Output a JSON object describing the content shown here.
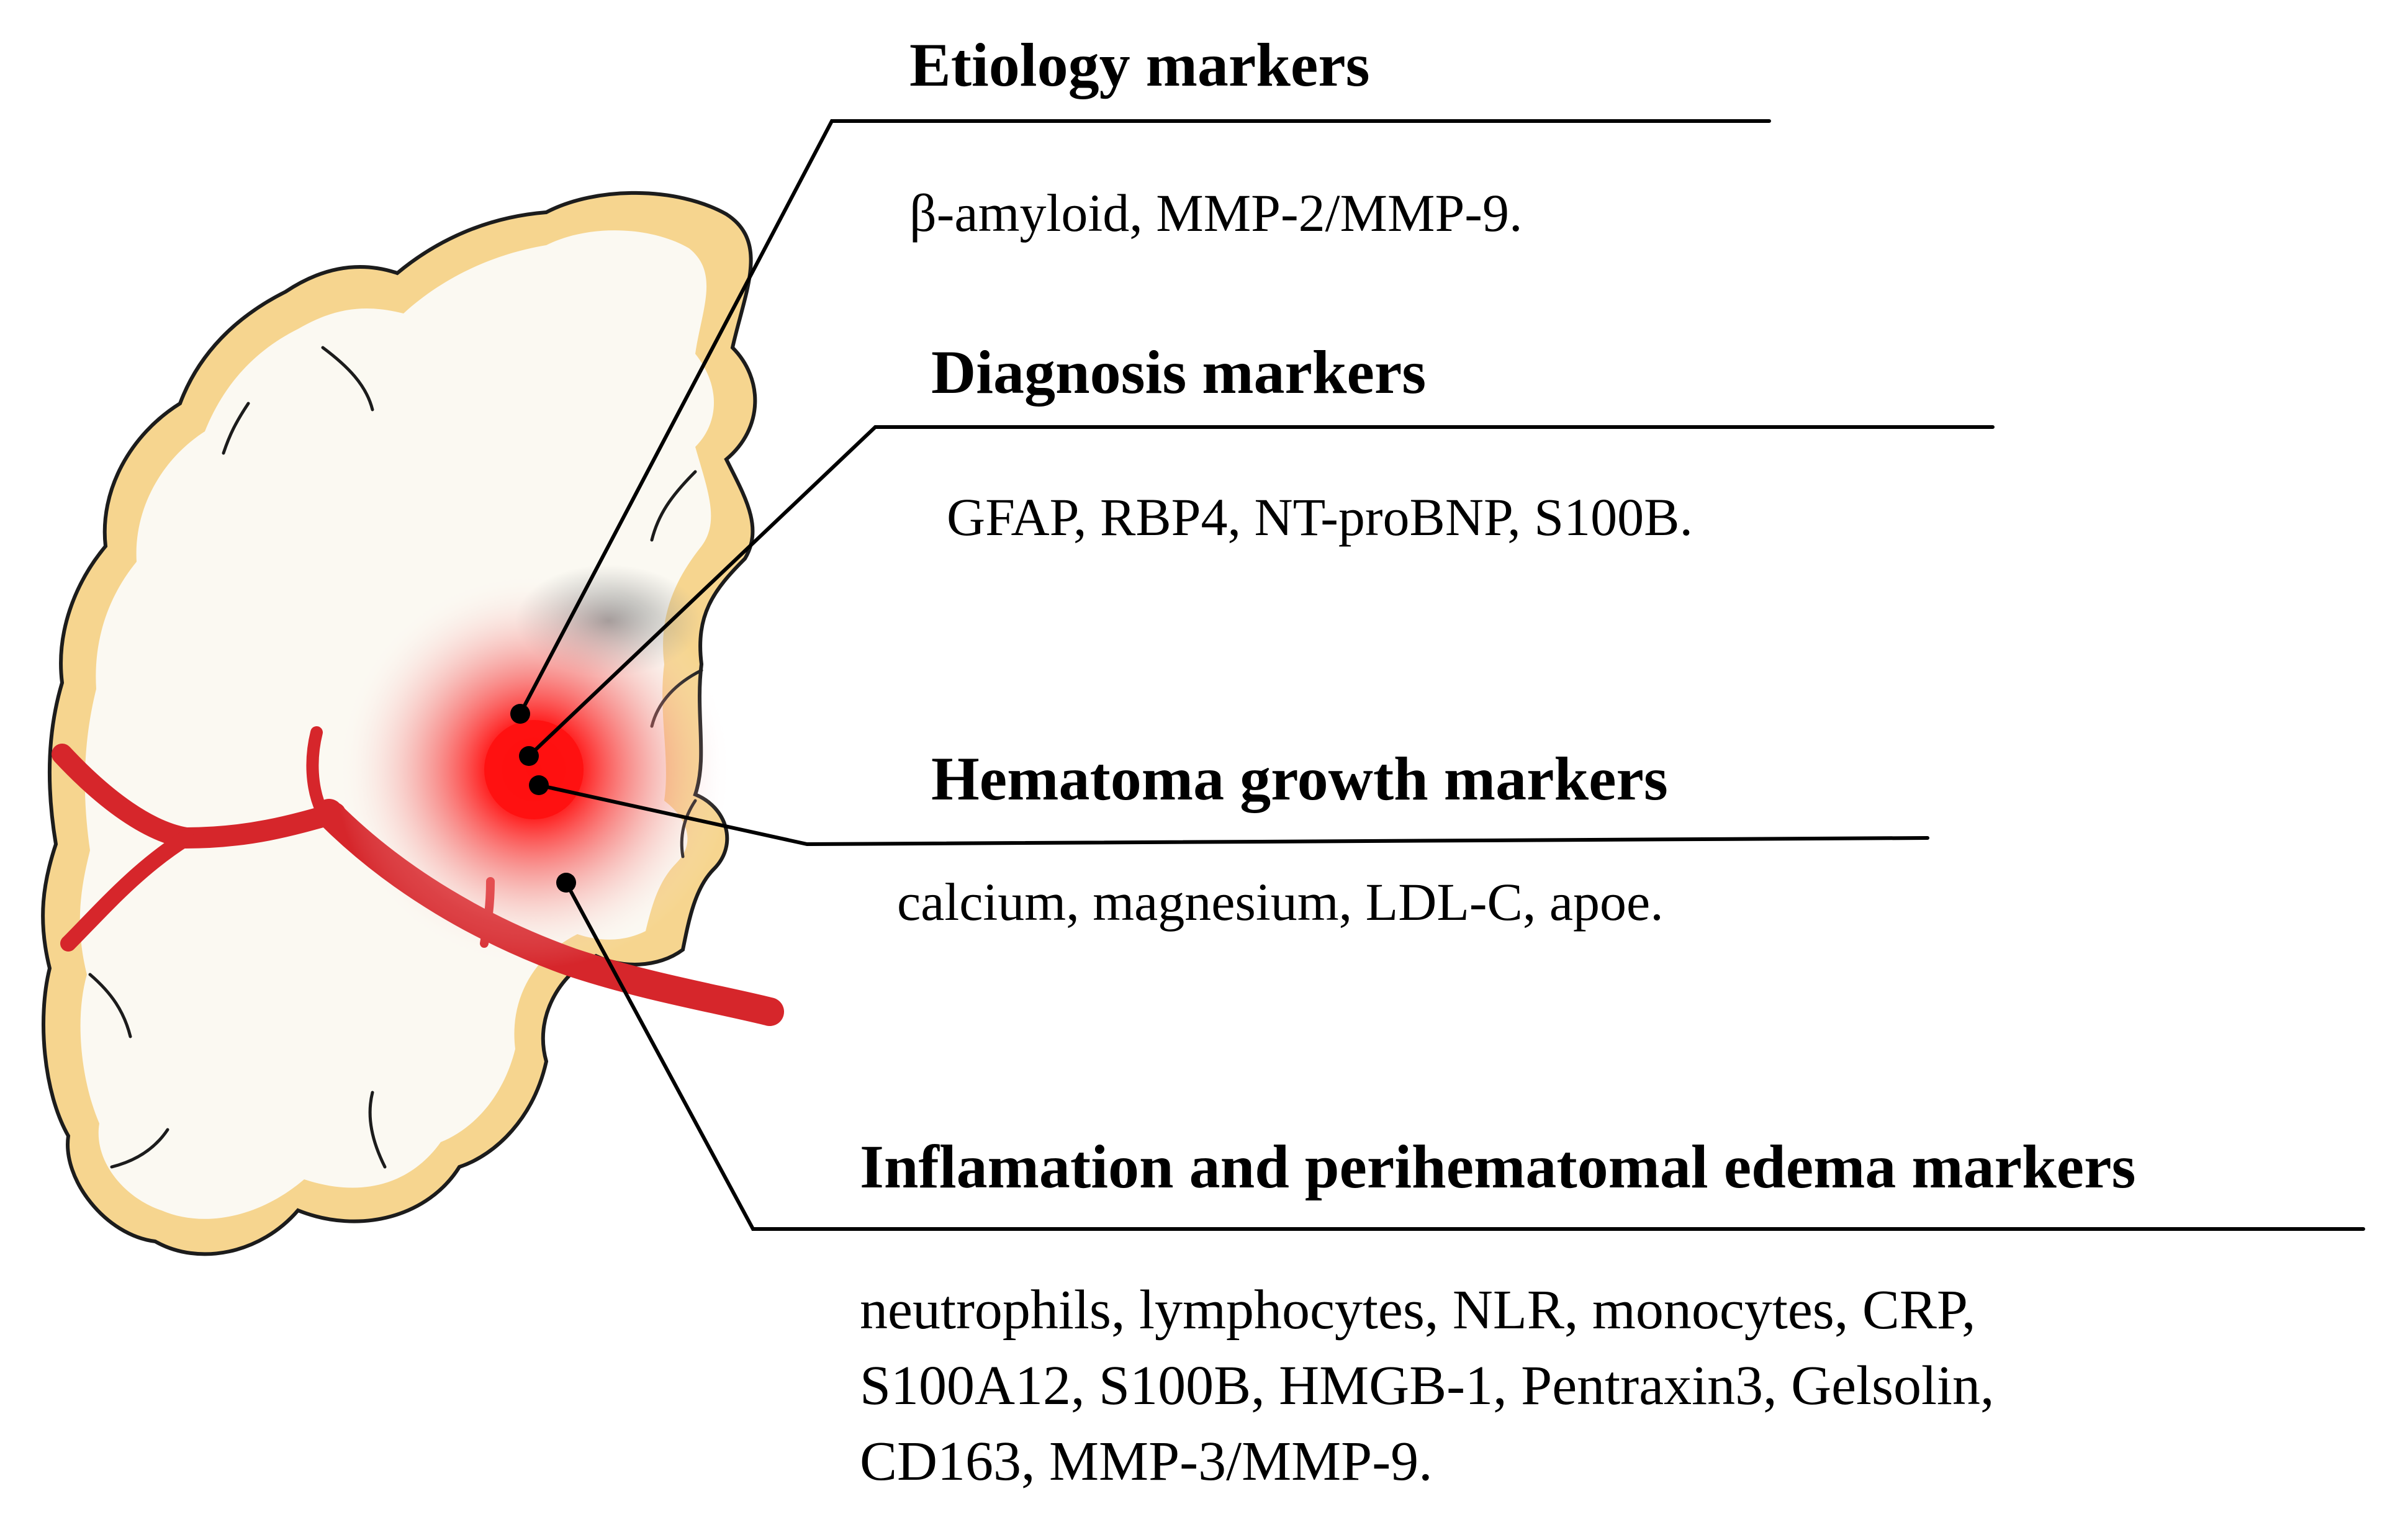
{
  "colors": {
    "cortex": "#f6d58f",
    "white_matter": "#fbf9f2",
    "outline": "#1c1c1c",
    "vessel": "#d6262b",
    "hematoma": "#ff1a1a",
    "ventricle": "#8c8c8c",
    "leader": "#000000"
  },
  "groups": [
    {
      "id": "etiology",
      "title": "Etiology markers",
      "markers": "β-amyloid, MMP-2/MMP-9."
    },
    {
      "id": "diagnosis",
      "title": "Diagnosis markers",
      "markers": "GFAP, RBP4, NT-proBNP, S100B."
    },
    {
      "id": "hematoma-growth",
      "title": "Hematoma growth markers",
      "markers": "calcium, magnesium, LDL-C, apoe."
    },
    {
      "id": "inflammation",
      "title": "Inflamation and perihematomal edema markers",
      "markers_lines": [
        "neutrophils, lymphocytes, NLR, monocytes, CRP,",
        "S100A12, S100B, HMGB-1, Pentraxin3, Gelsolin,",
        "CD163, MMP-3/MMP-9."
      ]
    }
  ]
}
